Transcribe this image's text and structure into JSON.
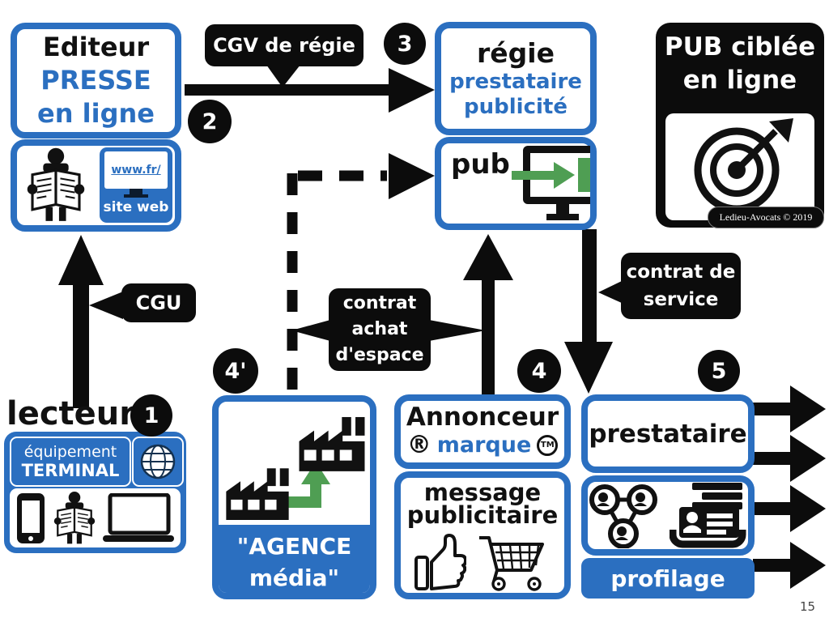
{
  "colors": {
    "blue": "#2b6fc0",
    "black": "#0c0c0c",
    "green": "#4f9e53",
    "white": "#ffffff"
  },
  "badges": {
    "b1": "1",
    "b2": "2",
    "b3": "3",
    "b4prime": "4'",
    "b4": "4",
    "b5": "5"
  },
  "editeur": {
    "line1": "Editeur",
    "line2": "PRESSE",
    "line3": "en ligne",
    "www": "www.fr/",
    "site_web": "site web"
  },
  "cgv_regie": {
    "label": "CGV de régie"
  },
  "regie": {
    "line1": "régie",
    "line2": "prestataire",
    "line3": "publicité",
    "pub_label": "pub"
  },
  "pub_ciblee": {
    "line1": "PUB ciblée",
    "line2": "en ligne",
    "credit": "Ledieu-Avocats © 2019"
  },
  "cgu": {
    "label": "CGU"
  },
  "lecteur": {
    "title": "lecteur",
    "equipement": "équipement",
    "terminal": "TERMINAL"
  },
  "contrat_achat": {
    "line1": "contrat",
    "line2": "achat",
    "line3": "d'espace"
  },
  "agence_media": {
    "line1": "\"AGENCE",
    "line2": "média\""
  },
  "annonceur": {
    "title": "Annonceur",
    "registered": "®",
    "marque": "marque",
    "tm": "TM",
    "message_line1": "message",
    "message_line2": "publicitaire"
  },
  "contrat_service": {
    "line1": "contrat de",
    "line2": "service"
  },
  "prestataire": {
    "title": "prestataire",
    "profilage": "profilage"
  },
  "page": {
    "number": "15"
  }
}
